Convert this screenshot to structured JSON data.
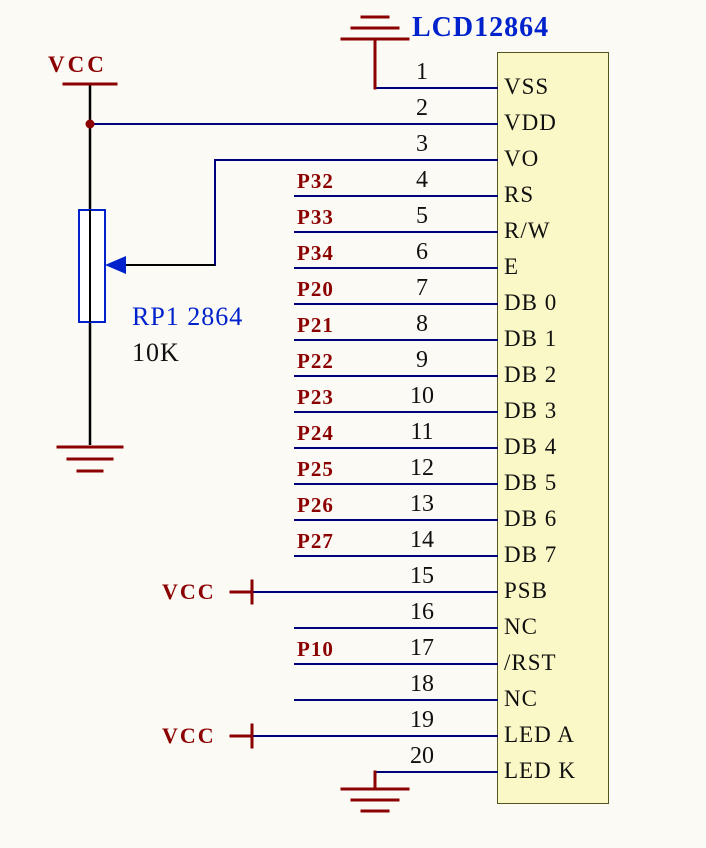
{
  "title": "LCD12864",
  "colors": {
    "wire": "#00007d",
    "power": "#8b0000",
    "component_blue": "#0022cc",
    "chip_fill": "#faf8c6",
    "chip_border": "#55551e",
    "ink": "#101010",
    "bg": "#fbfaf4"
  },
  "left_rail": {
    "vcc_label": "VCC"
  },
  "potentiometer": {
    "ref": "RP1 2864",
    "value": "10K"
  },
  "vcc_pin_label": "VCC",
  "pins": [
    {
      "number": "1",
      "name": "VSS",
      "port": ""
    },
    {
      "number": "2",
      "name": "VDD",
      "port": ""
    },
    {
      "number": "3",
      "name": "VO",
      "port": ""
    },
    {
      "number": "4",
      "name": "RS",
      "port": "P32"
    },
    {
      "number": "5",
      "name": "R/W",
      "port": "P33"
    },
    {
      "number": "6",
      "name": "E",
      "port": "P34"
    },
    {
      "number": "7",
      "name": "DB 0",
      "port": "P20"
    },
    {
      "number": "8",
      "name": "DB 1",
      "port": "P21"
    },
    {
      "number": "9",
      "name": "DB 2",
      "port": "P22"
    },
    {
      "number": "10",
      "name": "DB 3",
      "port": "P23"
    },
    {
      "number": "11",
      "name": "DB 4",
      "port": "P24"
    },
    {
      "number": "12",
      "name": "DB 5",
      "port": "P25"
    },
    {
      "number": "13",
      "name": "DB 6",
      "port": "P26"
    },
    {
      "number": "14",
      "name": "DB 7",
      "port": "P27"
    },
    {
      "number": "15",
      "name": "PSB",
      "port": ""
    },
    {
      "number": "16",
      "name": "NC",
      "port": ""
    },
    {
      "number": "17",
      "name": "/RST",
      "port": "P10"
    },
    {
      "number": "18",
      "name": "NC",
      "port": ""
    },
    {
      "number": "19",
      "name": "LED A",
      "port": ""
    },
    {
      "number": "20",
      "name": "LED K",
      "port": ""
    }
  ]
}
